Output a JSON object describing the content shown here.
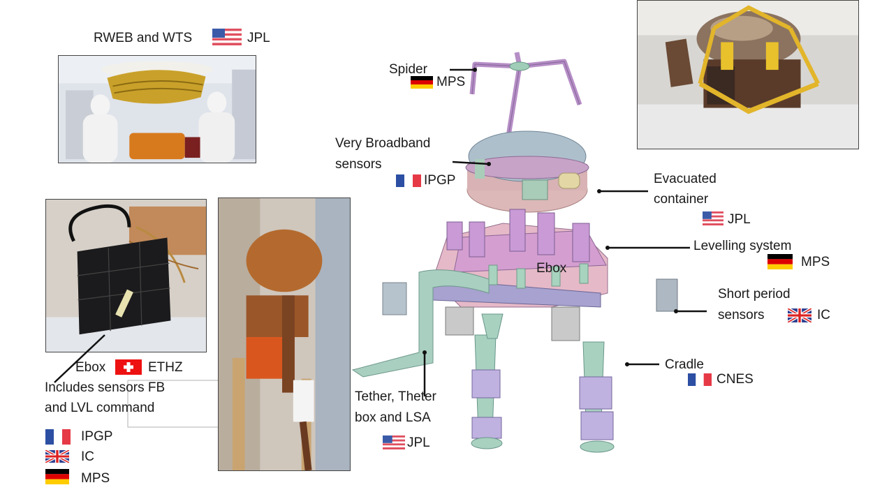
{
  "labels": {
    "rweb_wts": "RWEB and WTS",
    "rweb_org": "JPL",
    "spider": "Spider",
    "spider_org": "MPS",
    "vbb_line1": "Very Broadband",
    "vbb_line2": "sensors",
    "vbb_org": "IPGP",
    "evac_line1": "Evacuated",
    "evac_line2": "container",
    "evac_org": "JPL",
    "levelling": "Levelling system",
    "levelling_org": "MPS",
    "ebox_center": "Ebox",
    "sp_line1": "Short period",
    "sp_line2": "sensors",
    "sp_org": "IC",
    "cradle": "Cradle",
    "cradle_org": "CNES",
    "tether_line1": "Tether, Theter",
    "tether_line2": "box  and LSA",
    "tether_org": "JPL",
    "ebox_left": "Ebox",
    "ebox_left_org": "ETHZ",
    "includes_line1": "Includes sensors FB",
    "includes_line2": "and LVL command",
    "legend": [
      {
        "flag": "france",
        "org": "IPGP"
      },
      {
        "flag": "uk",
        "org": "IC"
      },
      {
        "flag": "germany",
        "org": "MPS"
      }
    ]
  },
  "flags": [
    "usa-flag",
    "germany-flag",
    "france-flag",
    "uk-flag",
    "switzerland-flag"
  ],
  "colors": {
    "text": "#1a1a1a",
    "leader_line": "#111111",
    "dome": "#aabdcb",
    "container": "#d9b7b8",
    "frame_pink": "#d7a6d3",
    "frame_purple": "#b794cf",
    "tether_green": "#a8cfbf",
    "gold": "#d9b33a"
  }
}
